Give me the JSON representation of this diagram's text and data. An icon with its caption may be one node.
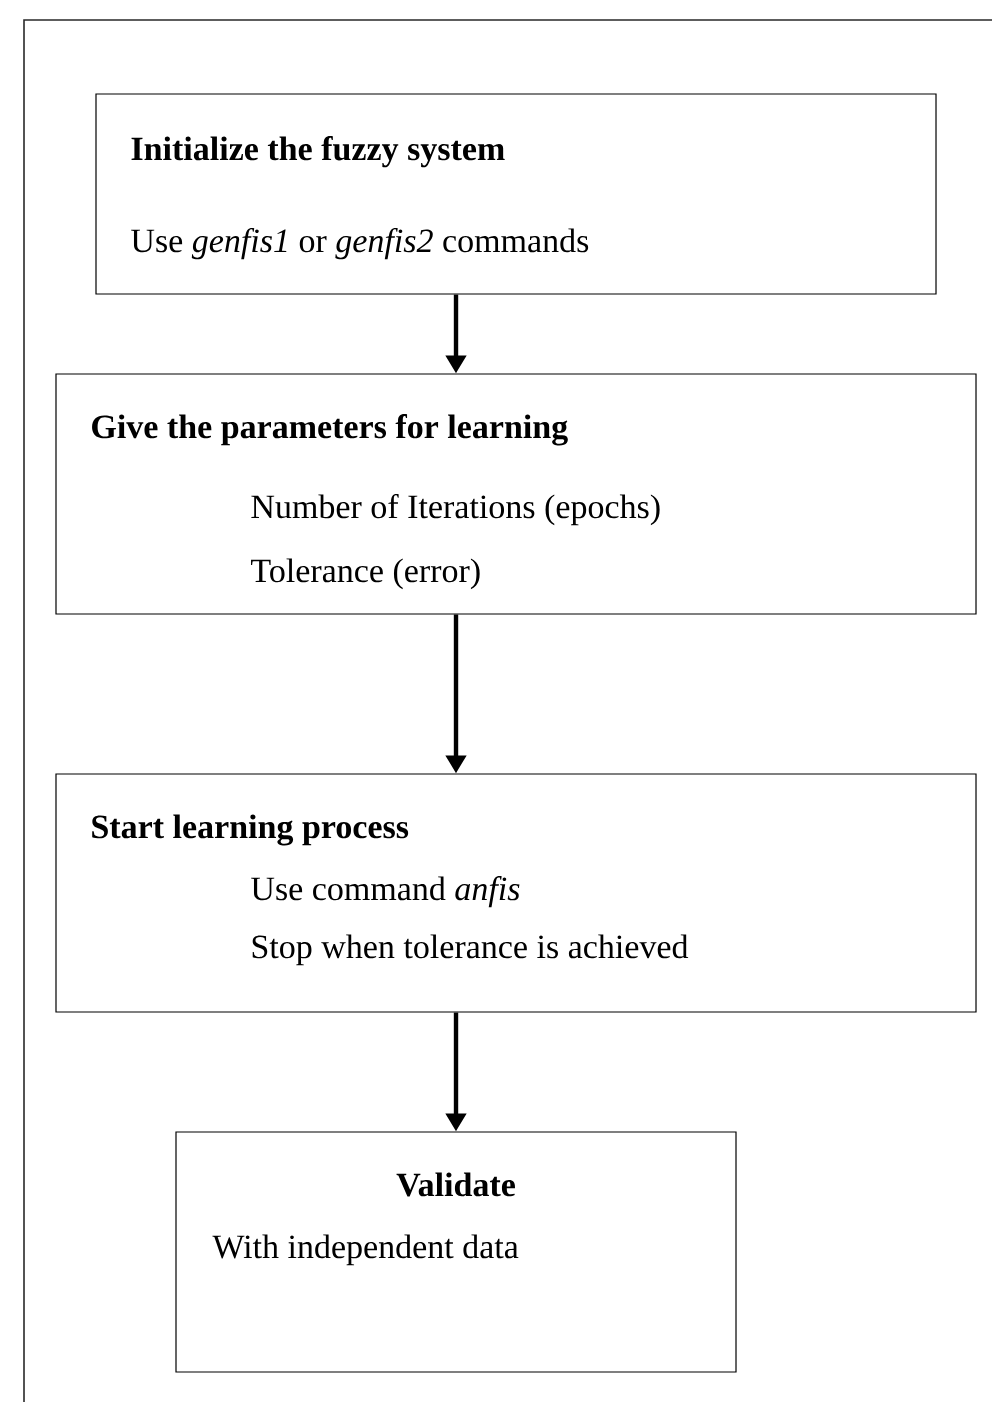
{
  "diagram": {
    "nodes": [
      {
        "text": [
          "Initialize the fuzzy system",
          "Use *genfis1* or *genfis2* commands"
        ]
      },
      {
        "text": [
          "Give the parameters for learning",
          "Number of Iterations (epochs)",
          "Tolerance (error)"
        ]
      },
      {
        "text": [
          "Start learning process",
          "Use command *anfis*",
          "Stop when tolerance is achieved"
        ]
      },
      {
        "text": [
          "Validate",
          "With independent data"
        ]
      }
    ],
    "edges": [
      {
        "from": 0,
        "to": 1,
        "arrow": "to"
      },
      {
        "from": 1,
        "to": 2,
        "arrow": "to"
      },
      {
        "from": 2,
        "to": 3,
        "arrow": "to"
      }
    ]
  }
}
